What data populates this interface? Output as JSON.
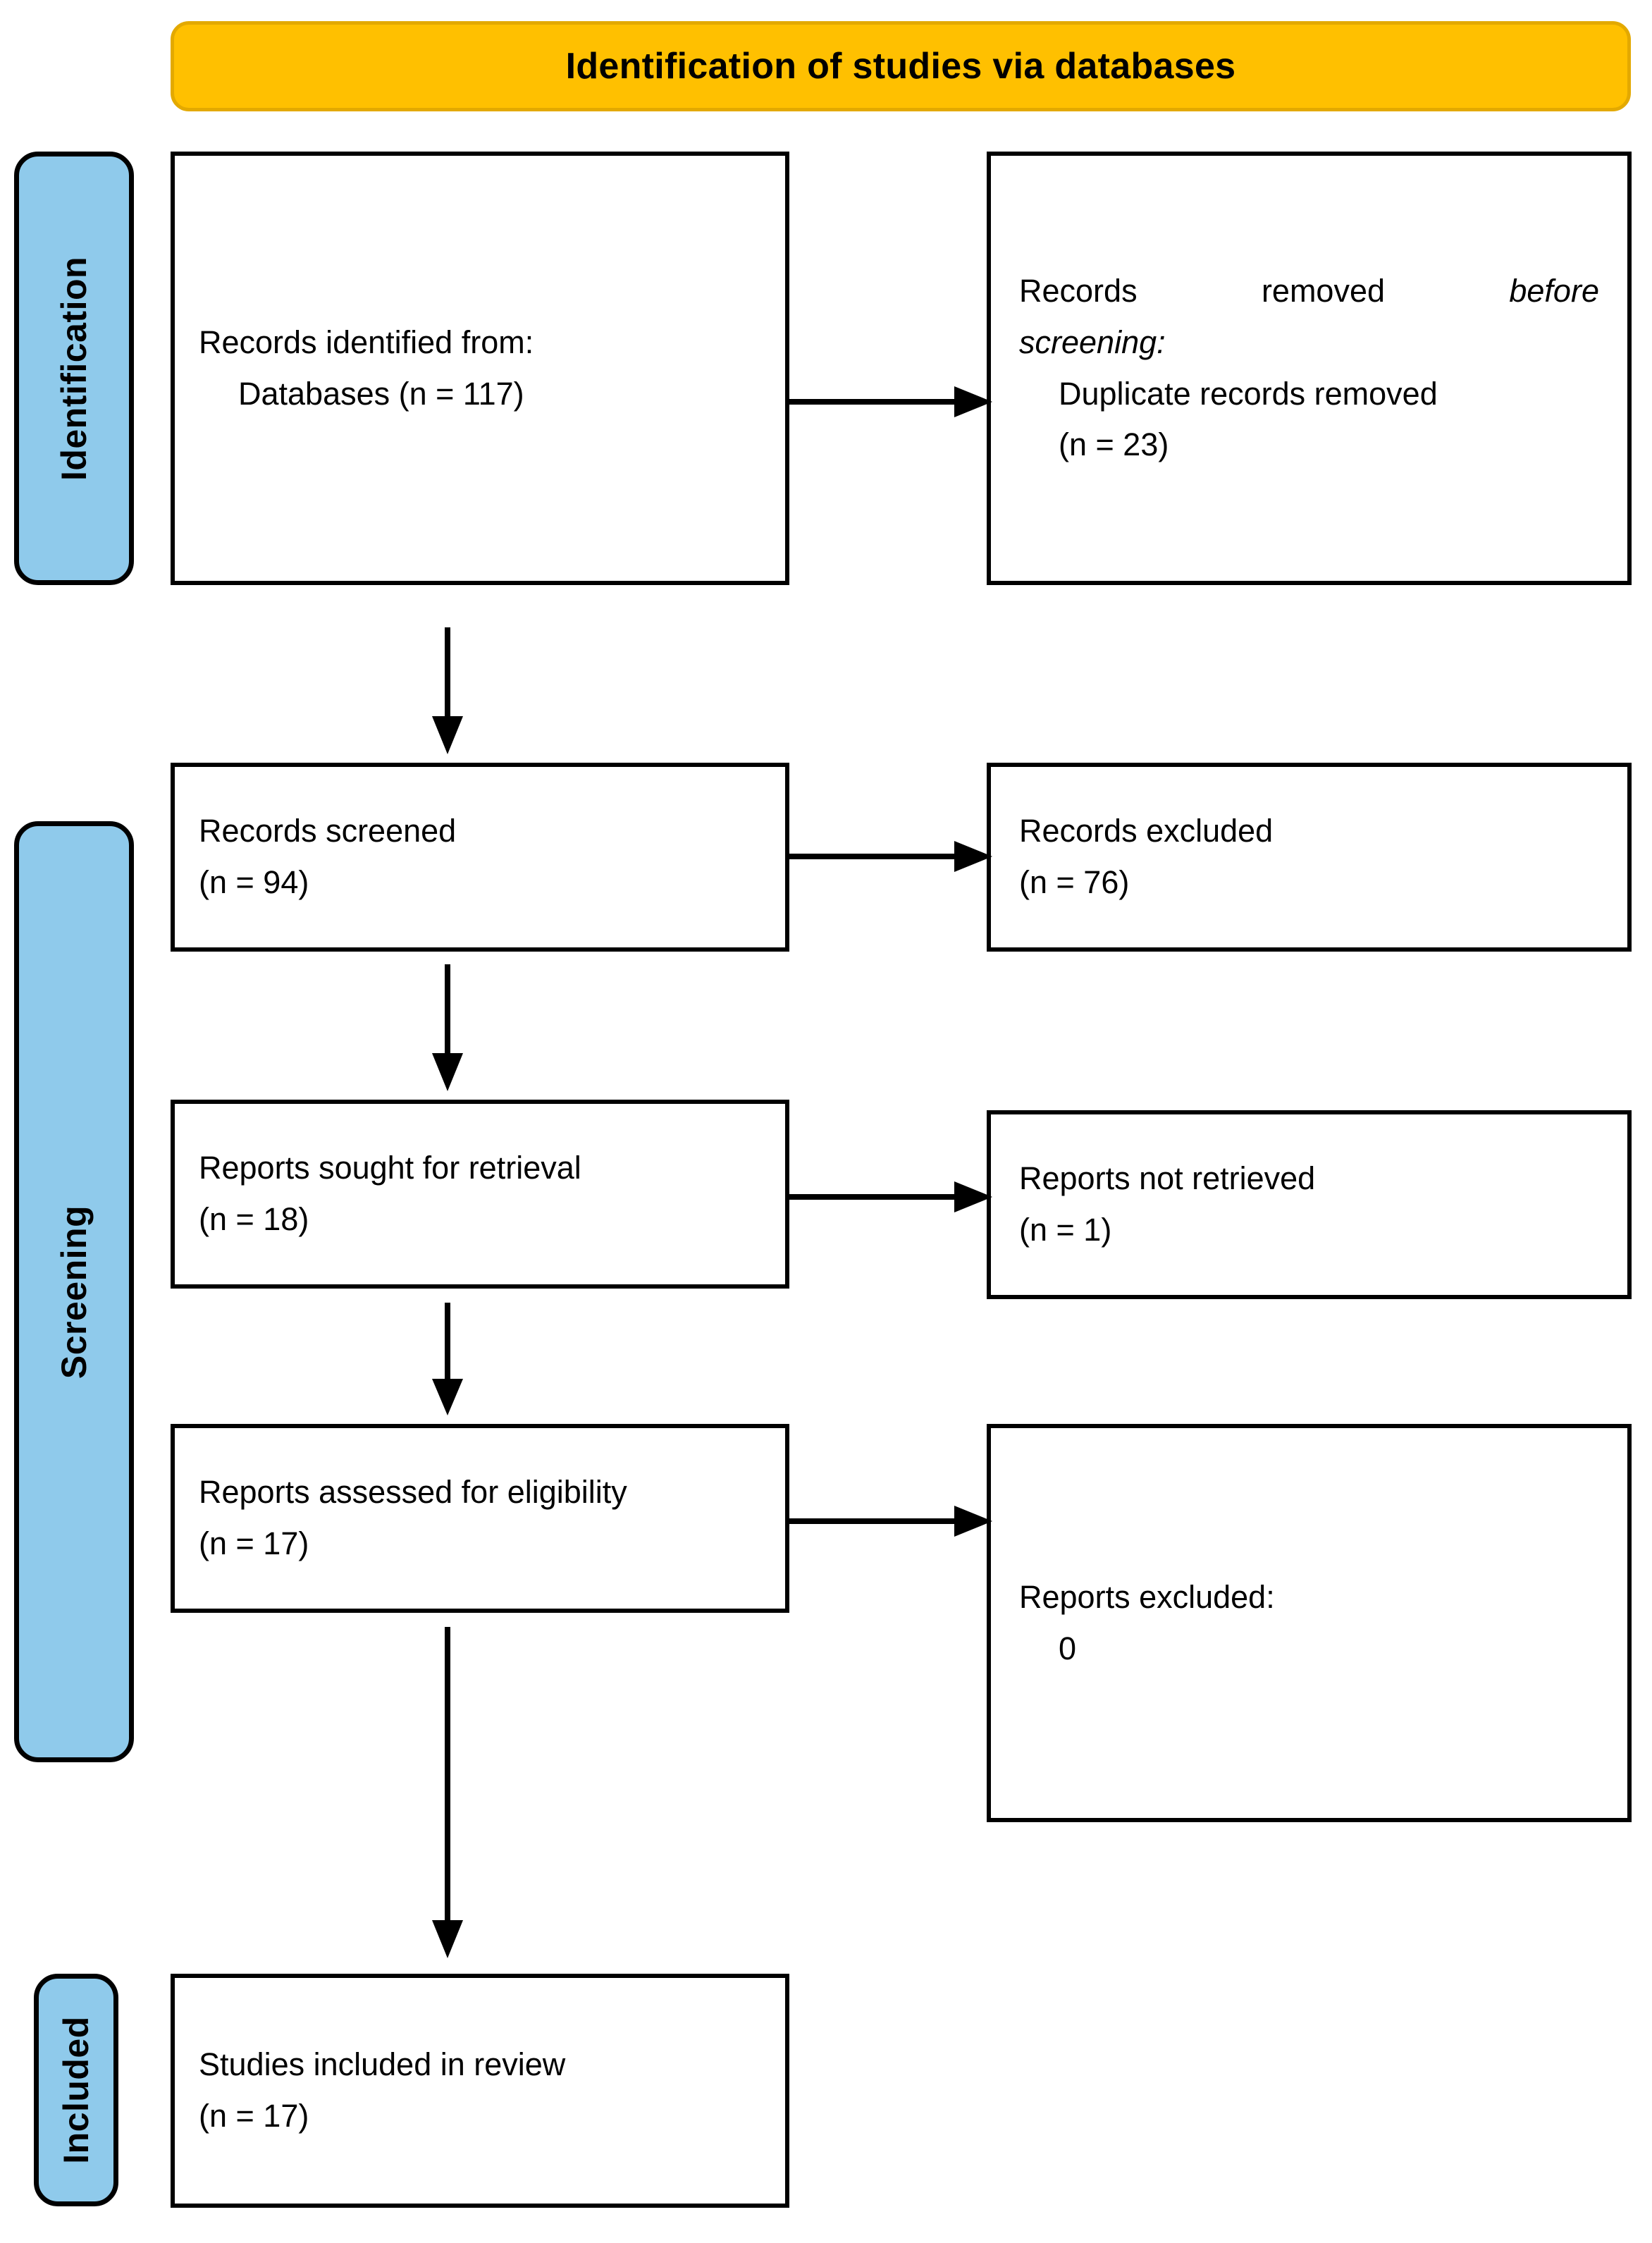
{
  "header": {
    "title": "Identification of studies via databases"
  },
  "colors": {
    "banner": "#FFC000",
    "stage_bar": "#8FCAEB",
    "box_border": "#000000",
    "text": "#000000"
  },
  "stages": [
    {
      "id": "identification",
      "label": "Identification"
    },
    {
      "id": "screening",
      "label": "Screening"
    },
    {
      "id": "included",
      "label": "Included"
    }
  ],
  "boxes": {
    "identified": {
      "line1": "Records identified from:",
      "line2": "Databases (n = 117)"
    },
    "removed": {
      "line1_a": "Records",
      "line1_b": "removed",
      "line1_c": "before",
      "line2": "screening:",
      "line3": "Duplicate records removed",
      "line4": "(n = 23)"
    },
    "screened": {
      "line1": "Records screened",
      "line2": "(n = 94)"
    },
    "excluded": {
      "line1": "Records excluded",
      "line2": "(n = 76)"
    },
    "sought": {
      "line1": "Reports sought for retrieval",
      "line2": "(n = 18)"
    },
    "not_retrieved": {
      "line1": "Reports not retrieved",
      "line2": "(n = 1)"
    },
    "assessed": {
      "line1": "Reports assessed for eligibility",
      "line2": "(n = 17)"
    },
    "reports_excluded": {
      "line1": "Reports excluded:",
      "line2": "0"
    },
    "included": {
      "line1": "Studies included in review",
      "line2": "(n = 17)"
    }
  },
  "arrows": {
    "identified_to_removed": "arrow-right",
    "identified_to_screened": "arrow-down",
    "screened_to_excluded": "arrow-right",
    "screened_to_sought": "arrow-down",
    "sought_to_not_retrieved": "arrow-right",
    "sought_to_assessed": "arrow-down",
    "assessed_to_reports_excluded": "arrow-right",
    "assessed_to_included": "arrow-down"
  }
}
